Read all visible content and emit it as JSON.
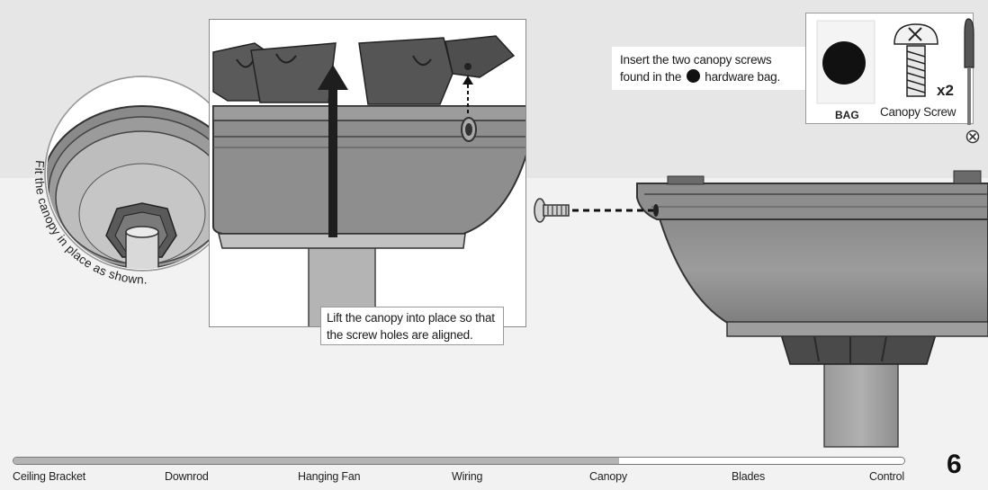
{
  "instructions": {
    "curved_caption": "Fit the canopy in place as shown.",
    "lift_line1": "Lift the canopy into place so that",
    "lift_line2": "the screw holes are aligned.",
    "insert_line1": "Insert the two canopy screws",
    "insert_line2_before": "found in the",
    "insert_line2_after": "hardware bag."
  },
  "hardware": {
    "bag_label": "BAG",
    "part_name": "Canopy Screw",
    "quantity": "x2",
    "tool_icon": "phillips-screwdriver-icon"
  },
  "progress": {
    "fraction_complete": 0.68,
    "steps": [
      {
        "label": "Ceiling Bracket"
      },
      {
        "label": "Downrod"
      },
      {
        "label": "Hanging Fan"
      },
      {
        "label": "Wiring"
      },
      {
        "label": "Canopy"
      },
      {
        "label": "Blades"
      },
      {
        "label": "Control"
      }
    ]
  },
  "page_number": "6",
  "colors": {
    "metal_dark": "#5a5a5a",
    "metal_mid": "#8c8c8c",
    "metal_light": "#b8b8b8",
    "background_top": "#e6e6e6",
    "background_bottom": "#f2f2f2",
    "progress_fill": "#b4b4b4"
  }
}
